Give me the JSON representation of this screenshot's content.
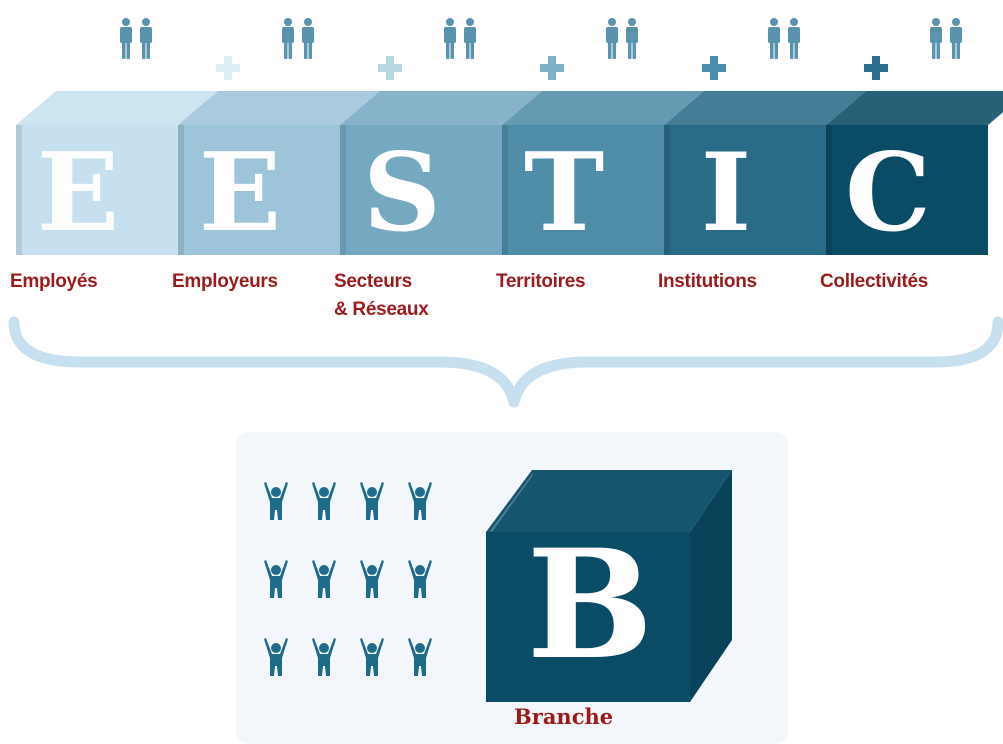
{
  "groups": [
    {
      "letter": "E",
      "label_lines": [
        "Employés"
      ],
      "color": "#c6e0ef",
      "plus_color": null
    },
    {
      "letter": "E",
      "label_lines": [
        "Employeurs"
      ],
      "color": "#9dc4d8",
      "plus_color": "#e0eef5"
    },
    {
      "letter": "S",
      "label_lines": [
        "Secteurs",
        "& Réseaux"
      ],
      "color": "#75a9c2",
      "plus_color": "#b8d6e3"
    },
    {
      "letter": "T",
      "label_lines": [
        "Territoires"
      ],
      "color": "#4f8ca8",
      "plus_color": "#7fb1c8"
    },
    {
      "letter": "I",
      "label_lines": [
        "Institutions"
      ],
      "color": "#2a6b88",
      "plus_color": "#4c8fad"
    },
    {
      "letter": "C",
      "label_lines": [
        "Collectivités"
      ],
      "color": "#0a4c66",
      "plus_color": "#2c6e8b"
    }
  ],
  "result": {
    "letter": "B",
    "label": "Branche",
    "color": "#0a4c66"
  },
  "colors": {
    "label_red": "#9b1b1b",
    "people_top": "#5a93ae",
    "people_bottom": "#1f6b8a",
    "brace": "#c6e0ef"
  },
  "icons": {
    "pair": "people-pair-icon",
    "plus": "plus-icon",
    "crowd": "cheering-person-icon"
  }
}
